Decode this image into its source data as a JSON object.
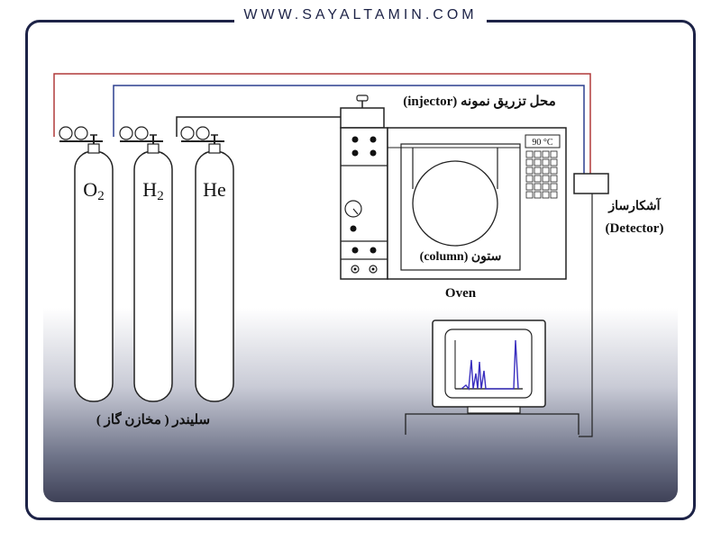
{
  "site": {
    "title": "WWW.SAYALTAMIN.COM"
  },
  "cylinders": [
    {
      "gas_main": "O",
      "gas_sub": "2"
    },
    {
      "gas_main": "H",
      "gas_sub": "2"
    },
    {
      "gas_main": "He",
      "gas_sub": ""
    }
  ],
  "labels": {
    "cylinders_caption": "سلیندر ( مخازن گاز )",
    "injector": "محل تزریق نمونه (injector)",
    "column": "ستون (column)",
    "oven": "Oven",
    "detector_fa": "آشکارساز",
    "detector_en": "(Detector)",
    "temperature": "90 °C"
  },
  "colors": {
    "frame": "#1d2347",
    "o2_line": "#b03a3a",
    "h2_line": "#2c3f8f",
    "he_line": "#222222",
    "chromatogram_peaks": "#3a2fbf"
  }
}
